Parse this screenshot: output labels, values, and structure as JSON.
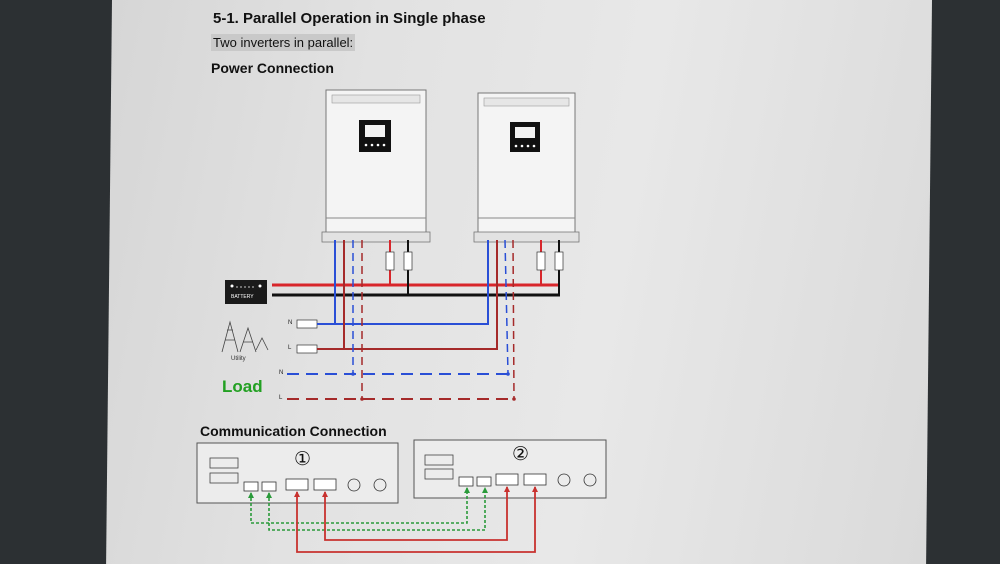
{
  "section_title": "5-1. Parallel Operation in Single phase",
  "subtitle": "Two inverters in parallel:",
  "power_heading": "Power Connection",
  "battery_label": "BATTERY",
  "utility_label": "Utility",
  "load_label": "Load",
  "n_label": "N",
  "l_label": "L",
  "comm_heading": "Communication Connection",
  "unit1_number": "①",
  "unit2_number": "②",
  "colors": {
    "battery_positive": "#d8262b",
    "battery_negative": "#111111",
    "utility_n": "#2a4fd6",
    "utility_l": "#a52a2a",
    "load_n": "#2a4fd6",
    "load_l": "#a52a2a",
    "comm_green": "#2a9a3a",
    "comm_red": "#c8322f",
    "load_text": "#22a022"
  }
}
